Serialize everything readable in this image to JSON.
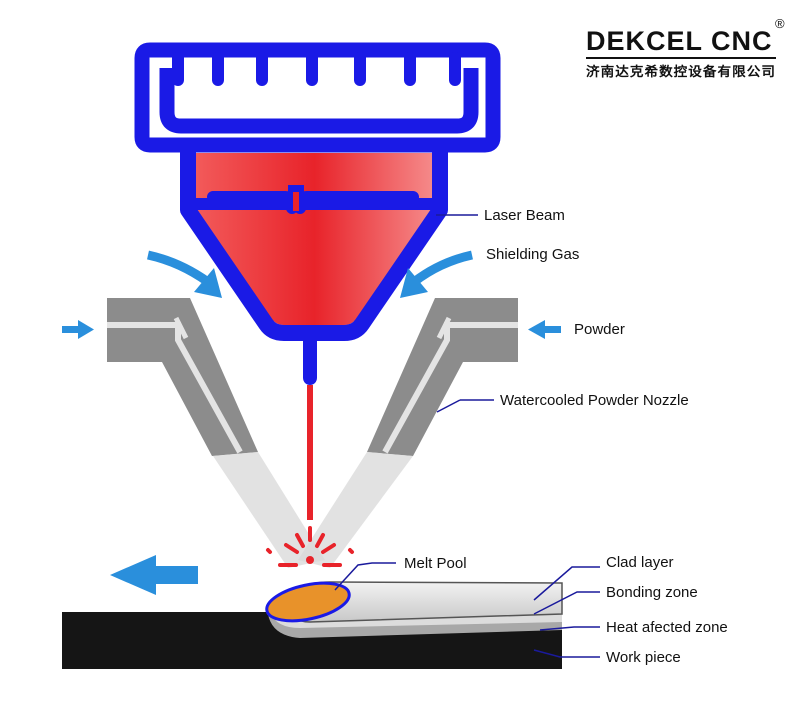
{
  "brand": {
    "name": "DEKCEL CNC",
    "registered_mark": "®",
    "company_cn": "济南达克希数控设备有限公司"
  },
  "labels": {
    "laser_beam": "Laser Beam",
    "shielding_gas": "Shielding Gas",
    "powder": "Powder",
    "nozzle": "Watercooled Powder Nozzle",
    "melt_pool": "Melt Pool",
    "clad_layer": "Clad layer",
    "bonding_zone": "Bonding zone",
    "heat_affected_zone": "Heat afected zone",
    "work_piece": "Work piece"
  },
  "colors": {
    "head_outline": "#1a1ae6",
    "laser_red": "#e8232a",
    "arrow_blue": "#2a8fdc",
    "nozzle_gray": "#8c8c8c",
    "melt_pool": "#e8922a",
    "workpiece": "#151515",
    "leader_line": "#1a1a9c"
  }
}
